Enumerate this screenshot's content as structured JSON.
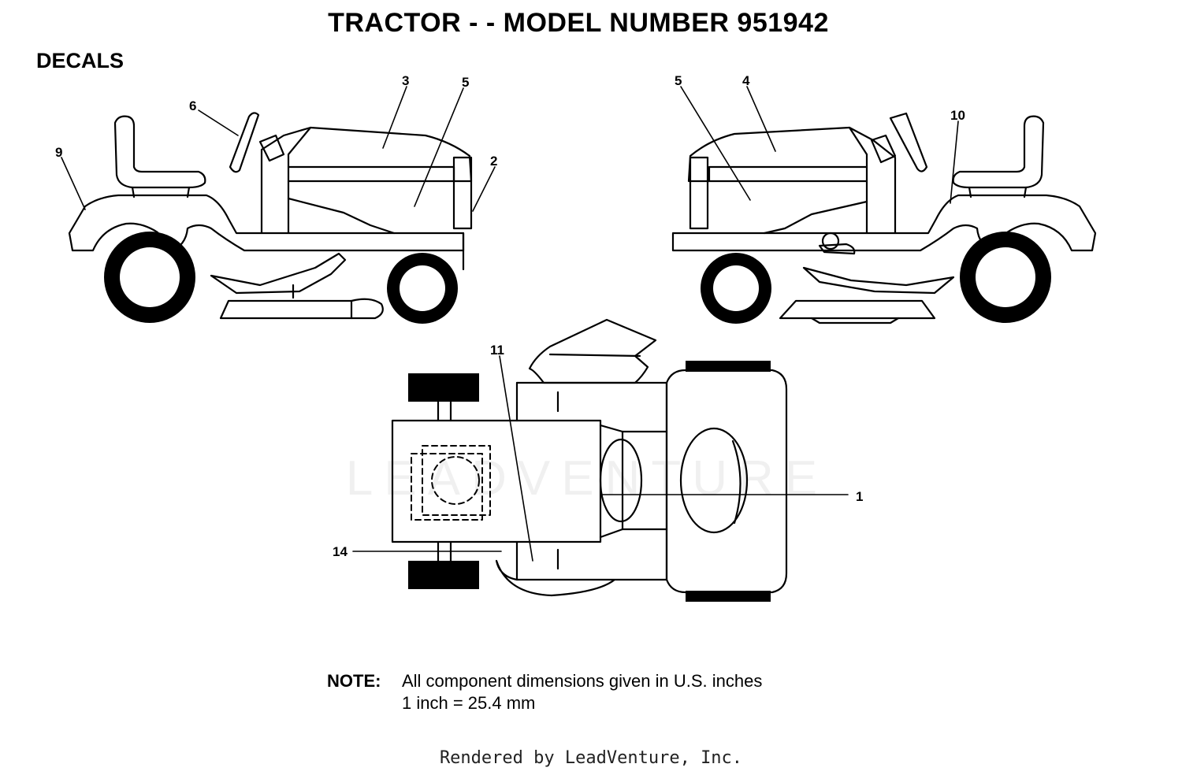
{
  "header": {
    "title": "TRACTOR - - MODEL NUMBER 951942",
    "section": "DECALS"
  },
  "callouts": {
    "c1": "1",
    "c2": "2",
    "c3": "3",
    "c4": "4",
    "c5_left": "5",
    "c5_right": "5",
    "c6": "6",
    "c9": "9",
    "c10": "10",
    "c11": "11",
    "c14": "14"
  },
  "note": {
    "label": "NOTE:",
    "line1": "All component dimensions given in U.S. inches",
    "line2": "1 inch = 25.4 mm"
  },
  "footer": {
    "text": "Rendered by LeadVenture, Inc."
  },
  "watermark": {
    "text": "LEADVENTURE"
  }
}
